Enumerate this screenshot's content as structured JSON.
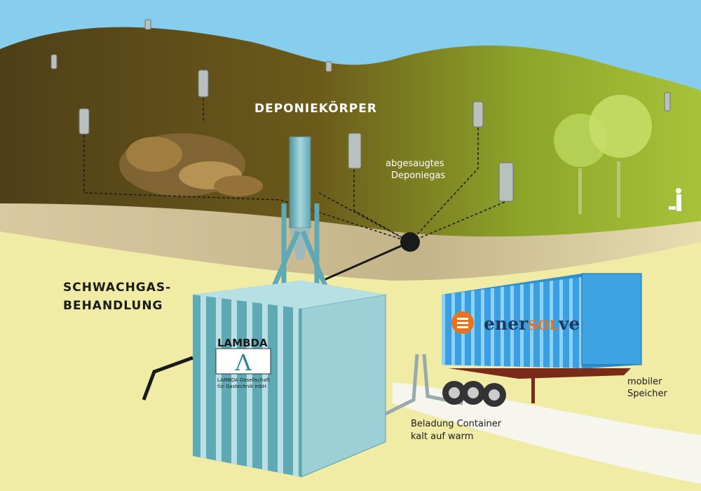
{
  "labels": {
    "landfill_body": "DEPONIEKÖRPER",
    "extracted_gas_1": "abgesaugtes",
    "extracted_gas_2": "Deponiegas",
    "treatment_1": "SCHWACHGAS-",
    "treatment_2": "BEHANDLUNG",
    "loading_1": "Beladung Container",
    "loading_2": "kalt auf warm",
    "storage_1": "mobiler",
    "storage_2": "Speicher"
  },
  "lambda_container": {
    "brand": "LAMBDA",
    "symbol": "Λ",
    "company_1": "LAMBDA Gesellschaft",
    "company_2": "für Gastechnik mbH"
  },
  "enersolve_container": {
    "brand_a": "ener",
    "brand_b": "SOL",
    "brand_c": "ve"
  },
  "colors": {
    "sky": "#86cdee",
    "hill_dark": "#5a4a1c",
    "hill_green": "#8faa2a",
    "ground": "#f0eca6",
    "lambda_teal": "#5fa9b4",
    "enersolve_blue": "#3a9fe0",
    "enersolve_orange": "#e8731e"
  }
}
